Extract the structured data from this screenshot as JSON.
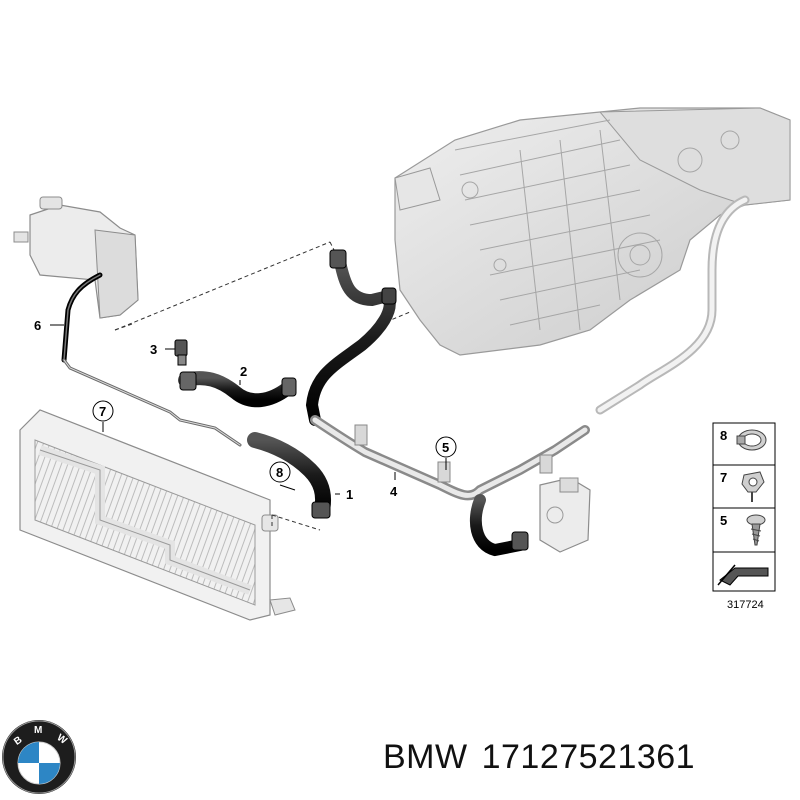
{
  "diagram": {
    "callouts": {
      "c1": "1",
      "c2": "2",
      "c3": "3",
      "c4": "4",
      "c5": "5",
      "c6": "6",
      "c7": "7",
      "c8": "8"
    },
    "legend": {
      "items": [
        {
          "number": "8",
          "icon": "hose-clamp-icon"
        },
        {
          "number": "7",
          "icon": "clip-holder-icon"
        },
        {
          "number": "5",
          "icon": "screw-icon"
        }
      ],
      "arrow_icon": "direction-arrow-icon"
    },
    "diagram_id": "317724"
  },
  "footer": {
    "brand_logo": "bmw-roundel-logo",
    "brand": "BMW",
    "part_number": "17127521361"
  }
}
